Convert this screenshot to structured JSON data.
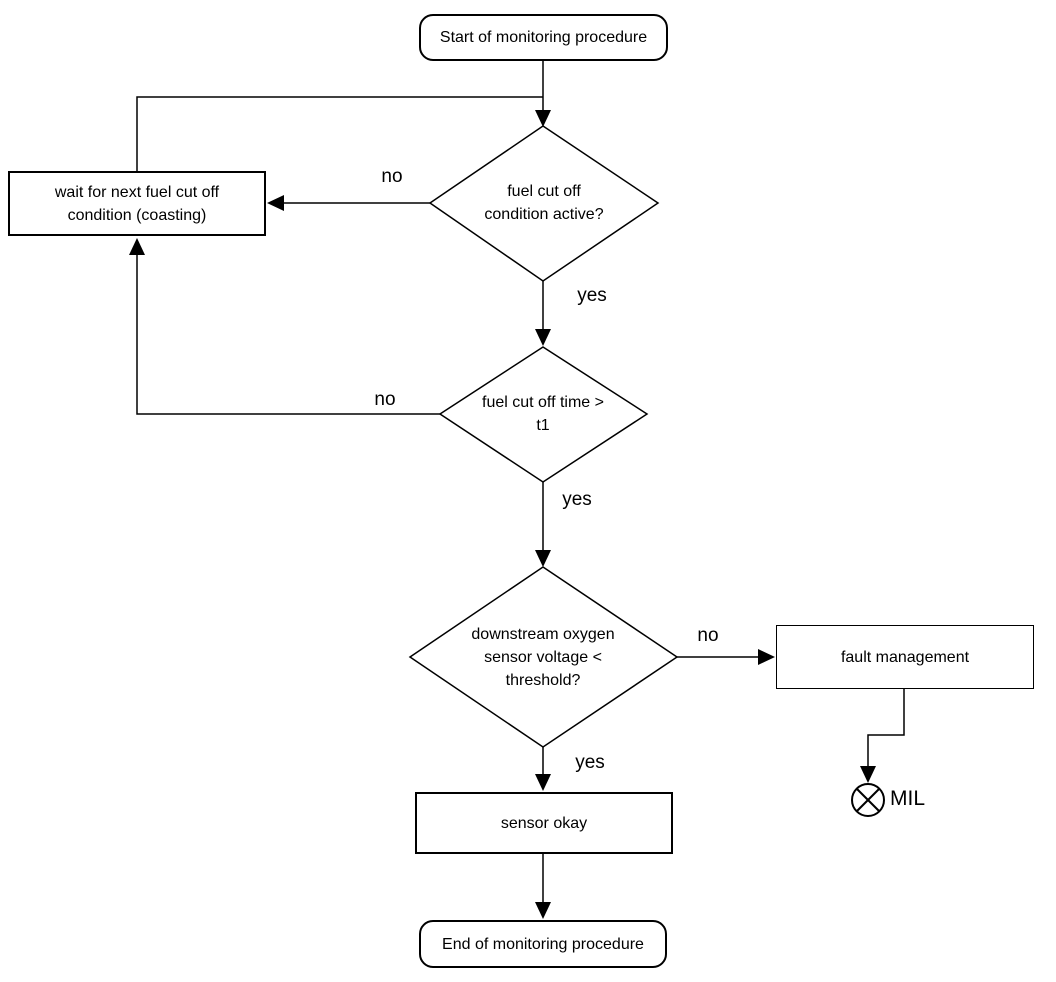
{
  "flowchart": {
    "nodes": {
      "start": "Start of monitoring procedure",
      "decision_fuel_cutoff_active": "fuel cut off\ncondition active?",
      "wait": "wait for next fuel cut off\ncondition (coasting)",
      "decision_fuel_cutoff_time": "fuel cut off time >\nt1",
      "decision_oxygen_sensor": "downstream oxygen\nsensor voltage <\nthreshold?",
      "fault_management": "fault management",
      "sensor_okay": "sensor okay",
      "end": "End of monitoring procedure",
      "mil": "MIL"
    },
    "edge_labels": {
      "decision1_no": "no",
      "decision1_yes": "yes",
      "decision2_no": "no",
      "decision2_yes": "yes",
      "decision3_no": "no",
      "decision3_yes": "yes"
    },
    "icons": {
      "mil_lamp": "lamp-circle-x-icon"
    },
    "colors": {
      "line": "#000000",
      "text": "#000000",
      "background": "#ffffff"
    }
  }
}
